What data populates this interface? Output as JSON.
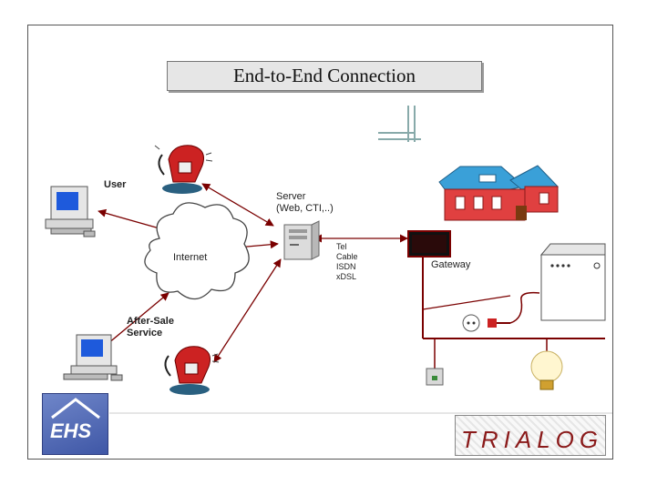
{
  "title": "End-to-End Connection",
  "labels": {
    "user": "User",
    "server": "Server\n(Web, CTI,..)",
    "internet": "Internet",
    "links": "Tel\nCable\nISDN\nxDSL",
    "gateway": "Gateway",
    "after_sale": "After-Sale\nService"
  },
  "logos": {
    "ehs": "EHS",
    "trialog": "TRIALOG"
  },
  "colors": {
    "link": "#7a0000",
    "phone": "#cc2222",
    "house_roof": "#3aa0d8",
    "house_wall": "#e04040",
    "screen": "#1e5adc"
  }
}
